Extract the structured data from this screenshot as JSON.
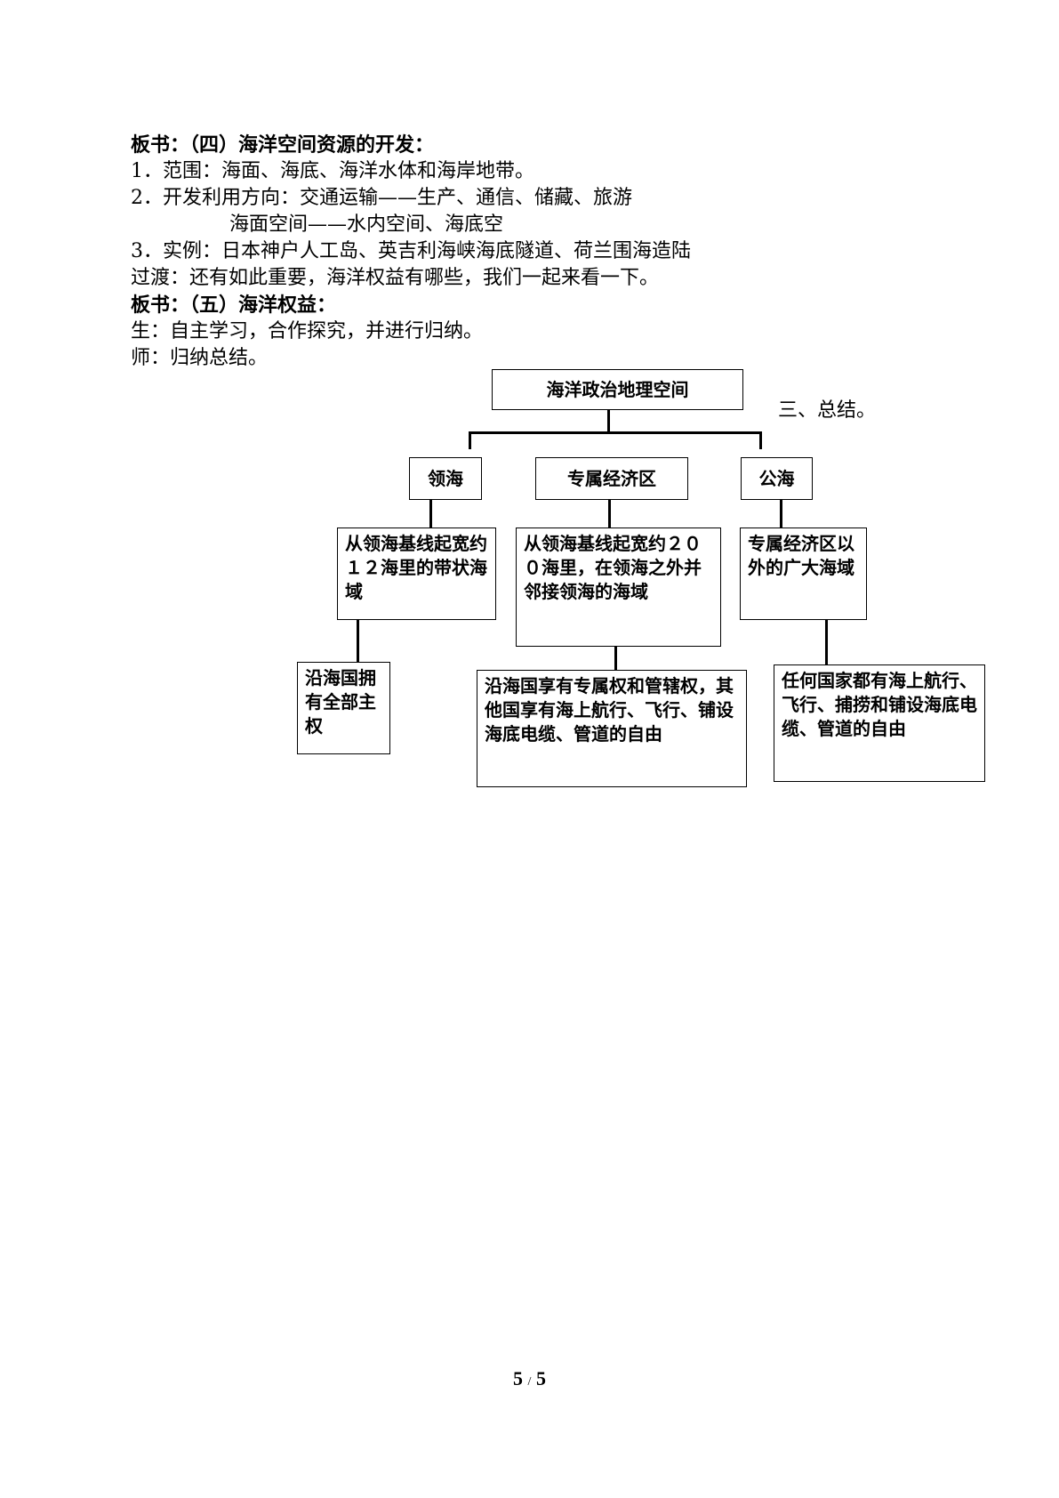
{
  "text": {
    "heading1": "板书：（四）海洋空间资源的开发：",
    "item1": "1．范围：海面、海底、海洋水体和海岸地带。",
    "item2": "2．开发利用方向：交通运输——生产、通信、储藏、旅游",
    "item2b": "海面空间——水内空间、海底空",
    "item3": "3．实例：日本神户人工岛、英吉利海峡海底隧道、荷兰围海造陆",
    "transition": "过渡：还有如此重要，海洋权益有哪些，我们一起来看一下。",
    "heading2": "板书：（五）海洋权益：",
    "student": "生：自主学习，合作探究，并进行归纳。",
    "teacher": "师：归纳总结。",
    "summary": "三、总结。"
  },
  "diagram": {
    "root": "海洋政治地理空间",
    "territorial_sea": {
      "title": "领海",
      "definition": "从领海基线起宽约１２海里的带状海域",
      "rights": "沿海国拥有全部主权"
    },
    "eez": {
      "title": "专属经济区",
      "definition": "从领海基线起宽约２００海里，在领海之外并邻接领海的海域",
      "rights": "沿海国享有专属权和管辖权，其他国享有海上航行、飞行、铺设海底电缆、管道的自由"
    },
    "high_seas": {
      "title": "公海",
      "definition": "专属经济区以外的广大海域",
      "rights": "任何国家都有海上航行、飞行、捕捞和铺设海底电缆、管道的自由"
    }
  },
  "footer": {
    "current_page": "5",
    "separator": "/",
    "total_pages": "5"
  }
}
